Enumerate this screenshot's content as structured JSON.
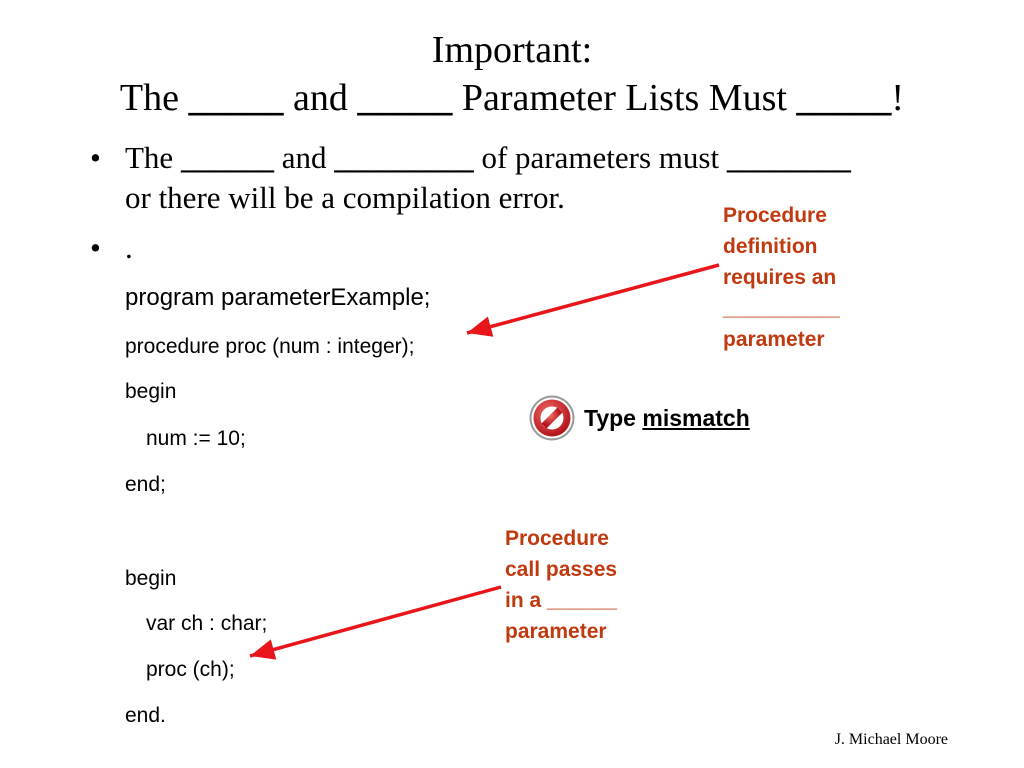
{
  "title": {
    "line1": "Important:",
    "line2": {
      "part1": "The ",
      "blank1": "_____",
      "part2": " and ",
      "blank2": "_____",
      "part3": " Parameter Lists Must ",
      "blank3": "_____",
      "part4": "!"
    }
  },
  "bullets": {
    "bullet_char": "•",
    "first": {
      "part1": "The ",
      "blank1": "______",
      "part2": " and ",
      "blank2": "_________",
      "part3": " of parameters must ",
      "blank3": "________",
      "line2": "or there will be a compilation error."
    },
    "second": {
      "text": "."
    }
  },
  "code": {
    "program": "program parameterExample;",
    "procedure": "procedure proc (num : integer);",
    "begin1": "begin",
    "num": "num := 10;",
    "end1": "end;",
    "begin2": "begin",
    "var": "var ch : char;",
    "proc": "proc (ch);",
    "end2": "end."
  },
  "callouts": {
    "definition": [
      "Procedure",
      "definition",
      "requires an",
      "__________",
      "parameter"
    ],
    "call": [
      "Procedure",
      "call passes",
      "in a ______",
      "parameter"
    ]
  },
  "mismatch": {
    "prefix": "Type ",
    "underlined": "mismatch",
    "icon": "no-entry-icon"
  },
  "footer": {
    "author": "J. Michael Moore"
  },
  "colors": {
    "callout": "#c0390f",
    "arrow": "#e8151b"
  }
}
